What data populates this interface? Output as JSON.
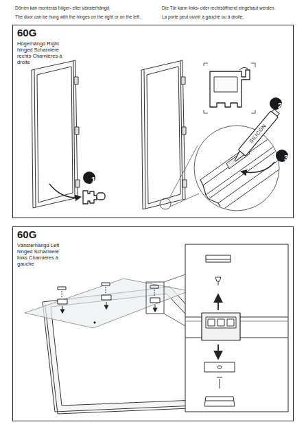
{
  "diagram": {
    "nodes": [
      {
        "text": [
          "60G",
          "Högerhängd Right hinged Scharniere rechts Charnières à droite"
        ]
      },
      {
        "text": [
          "1"
        ],
        "in": 0
      },
      {
        "text": [
          "2"
        ],
        "in": 0
      },
      {
        "text": [
          "3"
        ],
        "in": 0
      },
      {
        "text": [
          "60G",
          "Vänsterhängd Left hinged Scharniere links Charnières à gauche"
        ]
      }
    ],
    "labels": [
      "Dörren kan monteras höger- eller vänsterhängd.",
      "The door can be hung with the hinges on the right or on the left.",
      "Die Tür kann links- oder rechtsöffnend eingebaut werden.",
      "La porte peut ouvrir à gauche ou à droite.",
      "SILICON"
    ]
  }
}
